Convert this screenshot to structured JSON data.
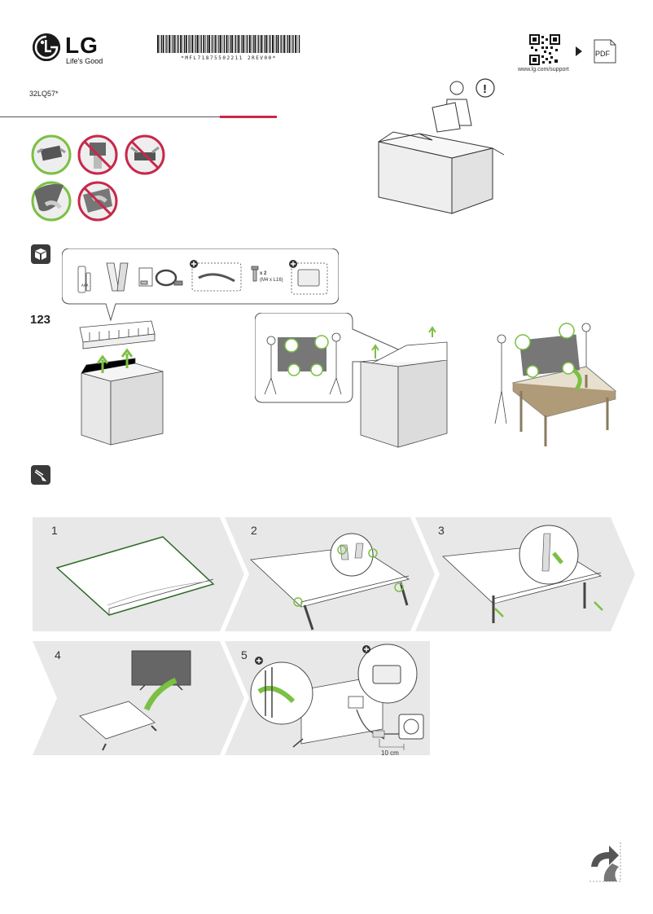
{
  "header": {
    "brand": "LG",
    "tagline": "Life's Good",
    "barcode_text": "*MFL71875502211 2REV00*",
    "model": "32LQ57*",
    "support_url": "www.lg.com/support",
    "pdf_label": "PDF"
  },
  "accessories": {
    "count_label": "123",
    "screw_qty": "x 2",
    "screw_spec": "(M4 x L16)",
    "battery_label": "AAA"
  },
  "steps": {
    "s1": "1",
    "s2": "2",
    "s3": "3",
    "s4": "4",
    "s5": "5"
  },
  "cable": {
    "distance": "10 cm"
  },
  "colors": {
    "accent": "#c8284a",
    "ok_green": "#7bc043",
    "no_red": "#c8284a",
    "panel_grey": "#e8e8e8"
  }
}
